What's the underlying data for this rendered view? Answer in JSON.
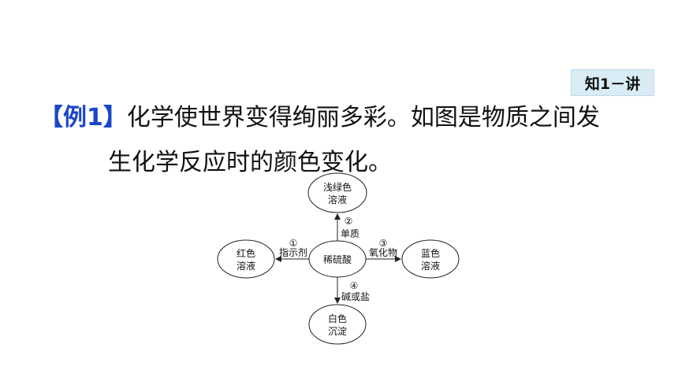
{
  "badge": "知1－讲",
  "question": {
    "tag": "【例1】",
    "line1": "化学使世界变得绚丽多彩。如图是物质之间发",
    "line2": "生化学反应时的颜色变化。"
  },
  "diagram": {
    "center": "稀硫酸",
    "top": [
      "浅绿色",
      "溶液"
    ],
    "left": [
      "红色",
      "溶液"
    ],
    "right": [
      "蓝色",
      "溶液"
    ],
    "bottom": [
      "白色",
      "沉淀"
    ],
    "edge1": {
      "num": "①",
      "label": "指示剂"
    },
    "edge2": {
      "num": "②",
      "label": "单质"
    },
    "edge3": {
      "num": "③",
      "label": "氧化物"
    },
    "edge4": {
      "num": "④",
      "label": "碱或盐"
    }
  }
}
